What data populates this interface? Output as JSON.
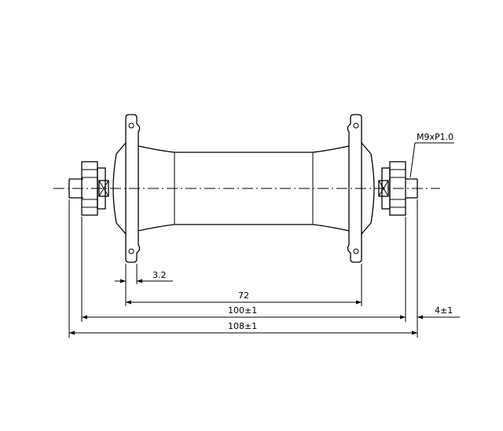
{
  "drawing": {
    "thread_label": "M9xP1.0",
    "dimensions": [
      {
        "id": "flange-thickness",
        "label": "3.2"
      },
      {
        "id": "flange-spacing",
        "label": "72"
      },
      {
        "id": "over-locknut",
        "label": "100±1"
      },
      {
        "id": "axle-length",
        "label": "108±1"
      },
      {
        "id": "axle-protrusion",
        "label": "4±1"
      }
    ]
  }
}
